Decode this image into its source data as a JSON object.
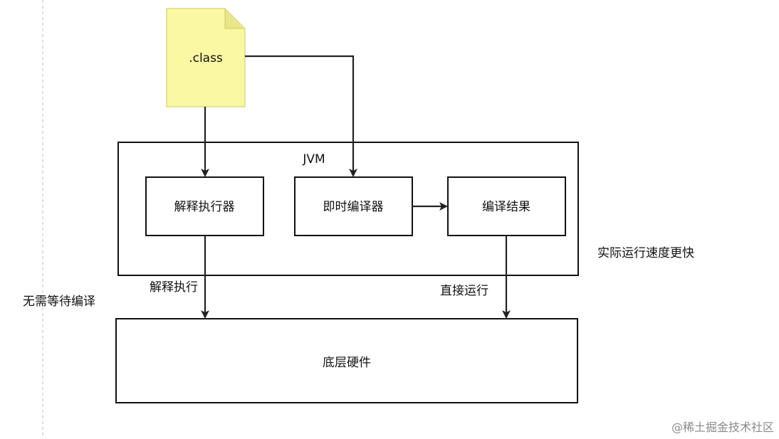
{
  "file": {
    "label": ".class"
  },
  "jvm": {
    "label": "JVM"
  },
  "boxes": {
    "interpreter": "解释执行器",
    "jit_compiler": "即时编译器",
    "compile_result": "编译结果",
    "hardware": "底层硬件"
  },
  "annotations": {
    "interpret_exec": "解释执行",
    "direct_run": "直接运行",
    "no_wait_compile": "无需等待编译",
    "faster_runtime": "实际运行速度更快"
  },
  "watermark": "@稀土掘金技术社区",
  "colors": {
    "file_fill": "#fbf8a3",
    "file_stroke": "#d6d36f",
    "line": "#222222",
    "guide": "#c8c8c8"
  }
}
